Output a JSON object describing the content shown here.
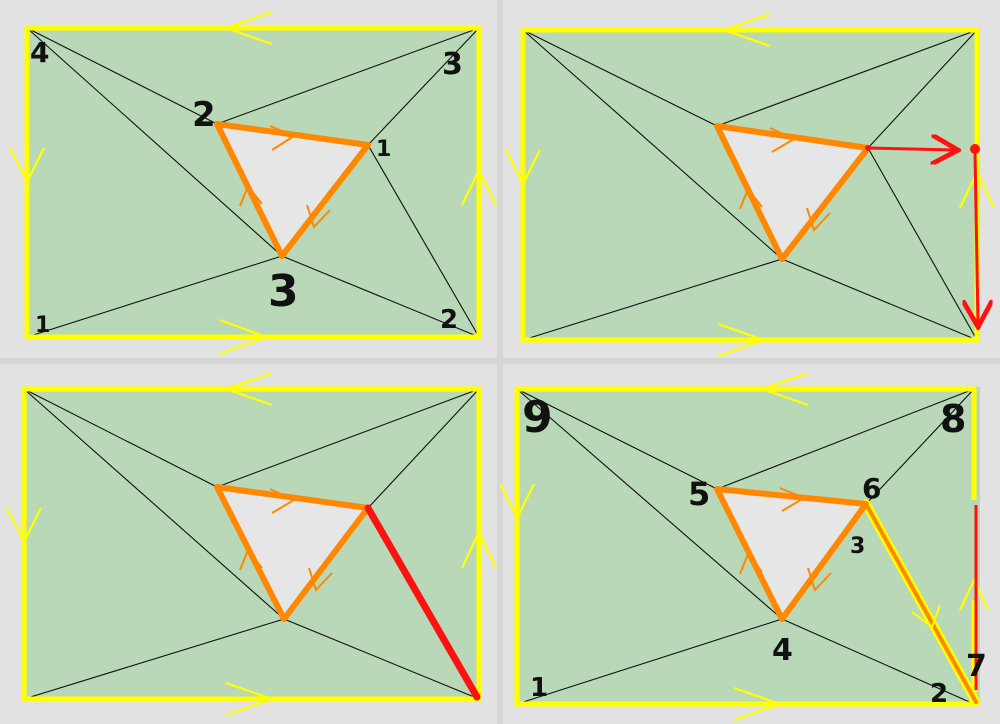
{
  "colors": {
    "background": "#e2e2e2",
    "panel_fill": "#b8d8b8",
    "hole_fill": "#e6e6e6",
    "boundary": "#ffff00",
    "hole_edge": "#ff8800",
    "new_edge": "#ff1111",
    "triangulation": "#111111",
    "label": "#111111"
  },
  "panels": {
    "top_left": {
      "labels": {
        "outer_top_left": "4",
        "outer_top_right": "3",
        "outer_bottom_right": "2",
        "outer_bottom_left": "1",
        "hole_left": "2",
        "hole_right": "1",
        "hole_bottom": "3"
      }
    },
    "top_right": {},
    "bottom_left": {},
    "bottom_right": {
      "labels": {
        "outer_top_left": "9",
        "outer_top_right": "8",
        "outer_bottom_left": "1",
        "outer_bottom_mid": "2",
        "outer_bottom_right": "7",
        "hole_left": "5",
        "hole_right": "6",
        "hole_bottom": "4",
        "hole_right_inner": "3"
      }
    }
  }
}
